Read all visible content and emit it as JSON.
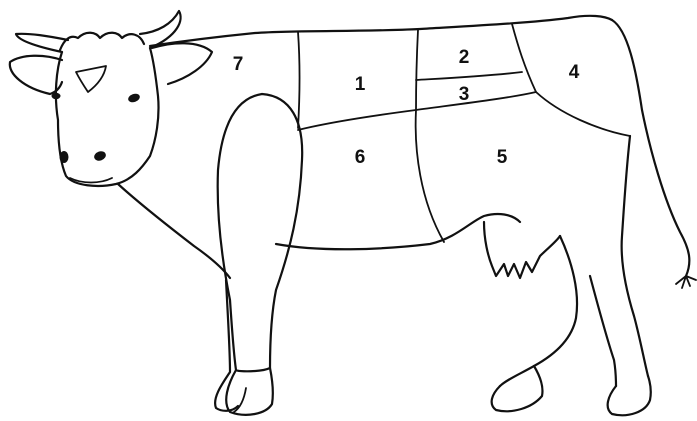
{
  "diagram": {
    "regions": [
      {
        "id": "1",
        "label": "1"
      },
      {
        "id": "2",
        "label": "2"
      },
      {
        "id": "3",
        "label": "3"
      },
      {
        "id": "4",
        "label": "4"
      },
      {
        "id": "5",
        "label": "5"
      },
      {
        "id": "6",
        "label": "6"
      },
      {
        "id": "7",
        "label": "7"
      }
    ]
  }
}
